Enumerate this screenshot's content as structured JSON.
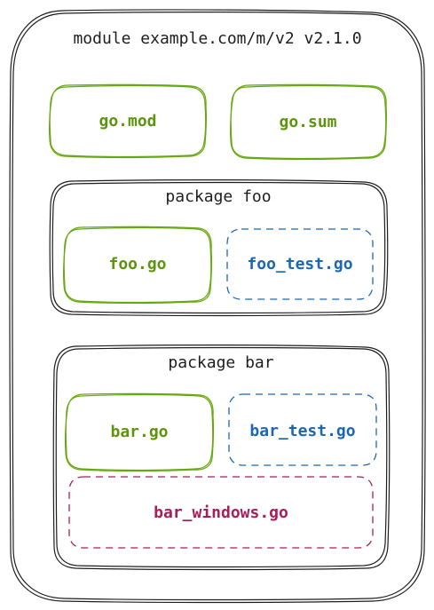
{
  "module": {
    "title": "module example.com/m/v2 v2.1.0"
  },
  "files": {
    "go_mod": "go.mod",
    "go_sum": "go.sum"
  },
  "package_foo": {
    "title": "package foo",
    "file": "foo.go",
    "test_file": "foo_test.go"
  },
  "package_bar": {
    "title": "package bar",
    "file": "bar.go",
    "test_file": "bar_test.go",
    "windows_file": "bar_windows.go"
  },
  "colors": {
    "outline": "#1e1e1e",
    "source_file": "#66a80f",
    "test_file": "#1c67b3",
    "platform_file": "#a61e5a"
  }
}
